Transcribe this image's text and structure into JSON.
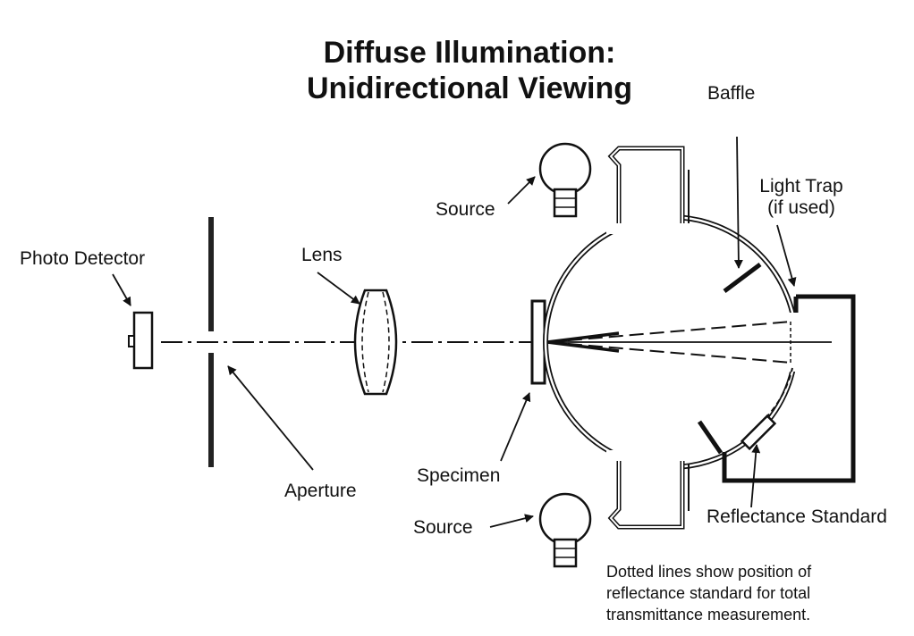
{
  "title": {
    "line1": "Diffuse Illumination:",
    "line2": "Unidirectional Viewing"
  },
  "labels": {
    "photo_detector": "Photo Detector",
    "lens": "Lens",
    "aperture": "Aperture",
    "source_top": "Source",
    "source_bottom": "Source",
    "specimen": "Specimen",
    "baffle": "Baffle",
    "light_trap_line1": "Light Trap",
    "light_trap_line2": "(if used)",
    "reflectance_standard": "Reflectance Standard"
  },
  "note": {
    "line1": "Dotted lines show position of",
    "line2": "reflectance standard for total",
    "line3": "transmittance measurement."
  },
  "colors": {
    "ink": "#111111",
    "background": "#ffffff"
  }
}
